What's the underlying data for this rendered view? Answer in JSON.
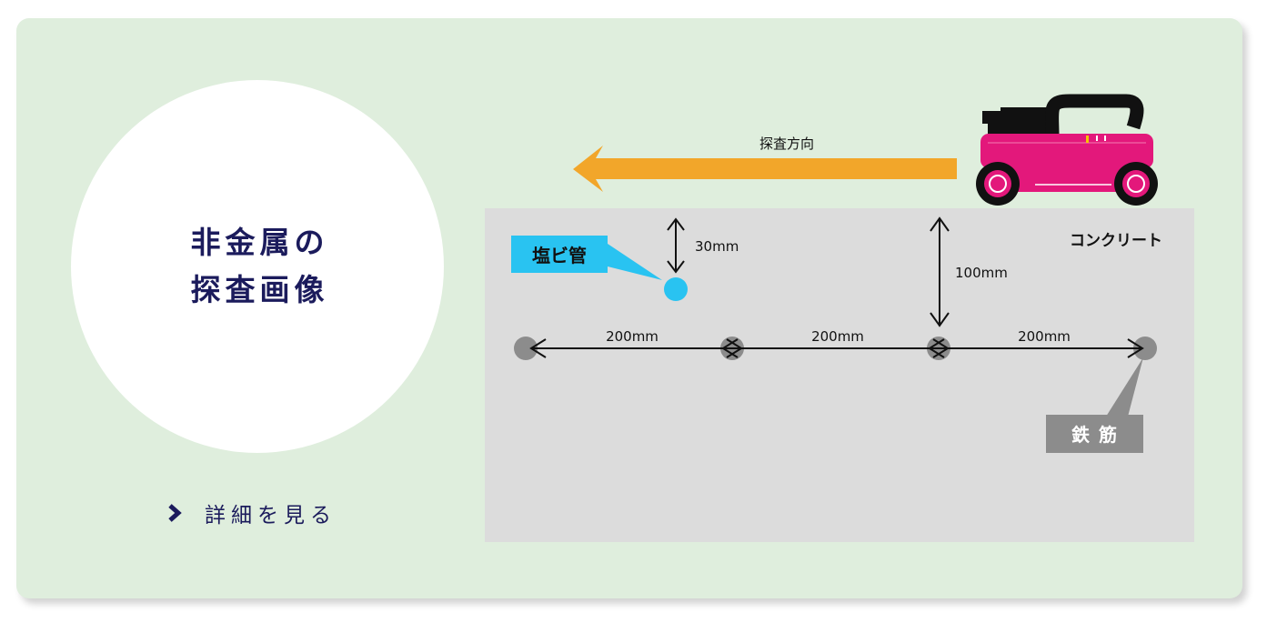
{
  "card": {
    "title_lines": [
      "非金属の",
      "探査画像"
    ],
    "link": {
      "label": "詳細を見る",
      "icon": "chevron-right-icon"
    }
  },
  "diagram": {
    "direction_label": "探査方向",
    "direction_icon": "arrow-left-icon",
    "device_icon": "radar-cart-icon",
    "material_label": "コンクリート",
    "pipe": {
      "label": "塩ビ管",
      "depth_label": "30mm"
    },
    "rebar": {
      "label": "鉄筋",
      "depth_label": "100mm",
      "spacing_labels": [
        "200mm",
        "200mm",
        "200mm"
      ]
    }
  },
  "colors": {
    "card_background": "#dfeedd",
    "navy_text": "#1b1b5c",
    "direction_arrow": "#f2a62a",
    "device_body": "#e3187b",
    "pipe_blue": "#29c3f1",
    "rebar_gray": "#8c8c8c",
    "concrete": "#dcdcdc"
  }
}
